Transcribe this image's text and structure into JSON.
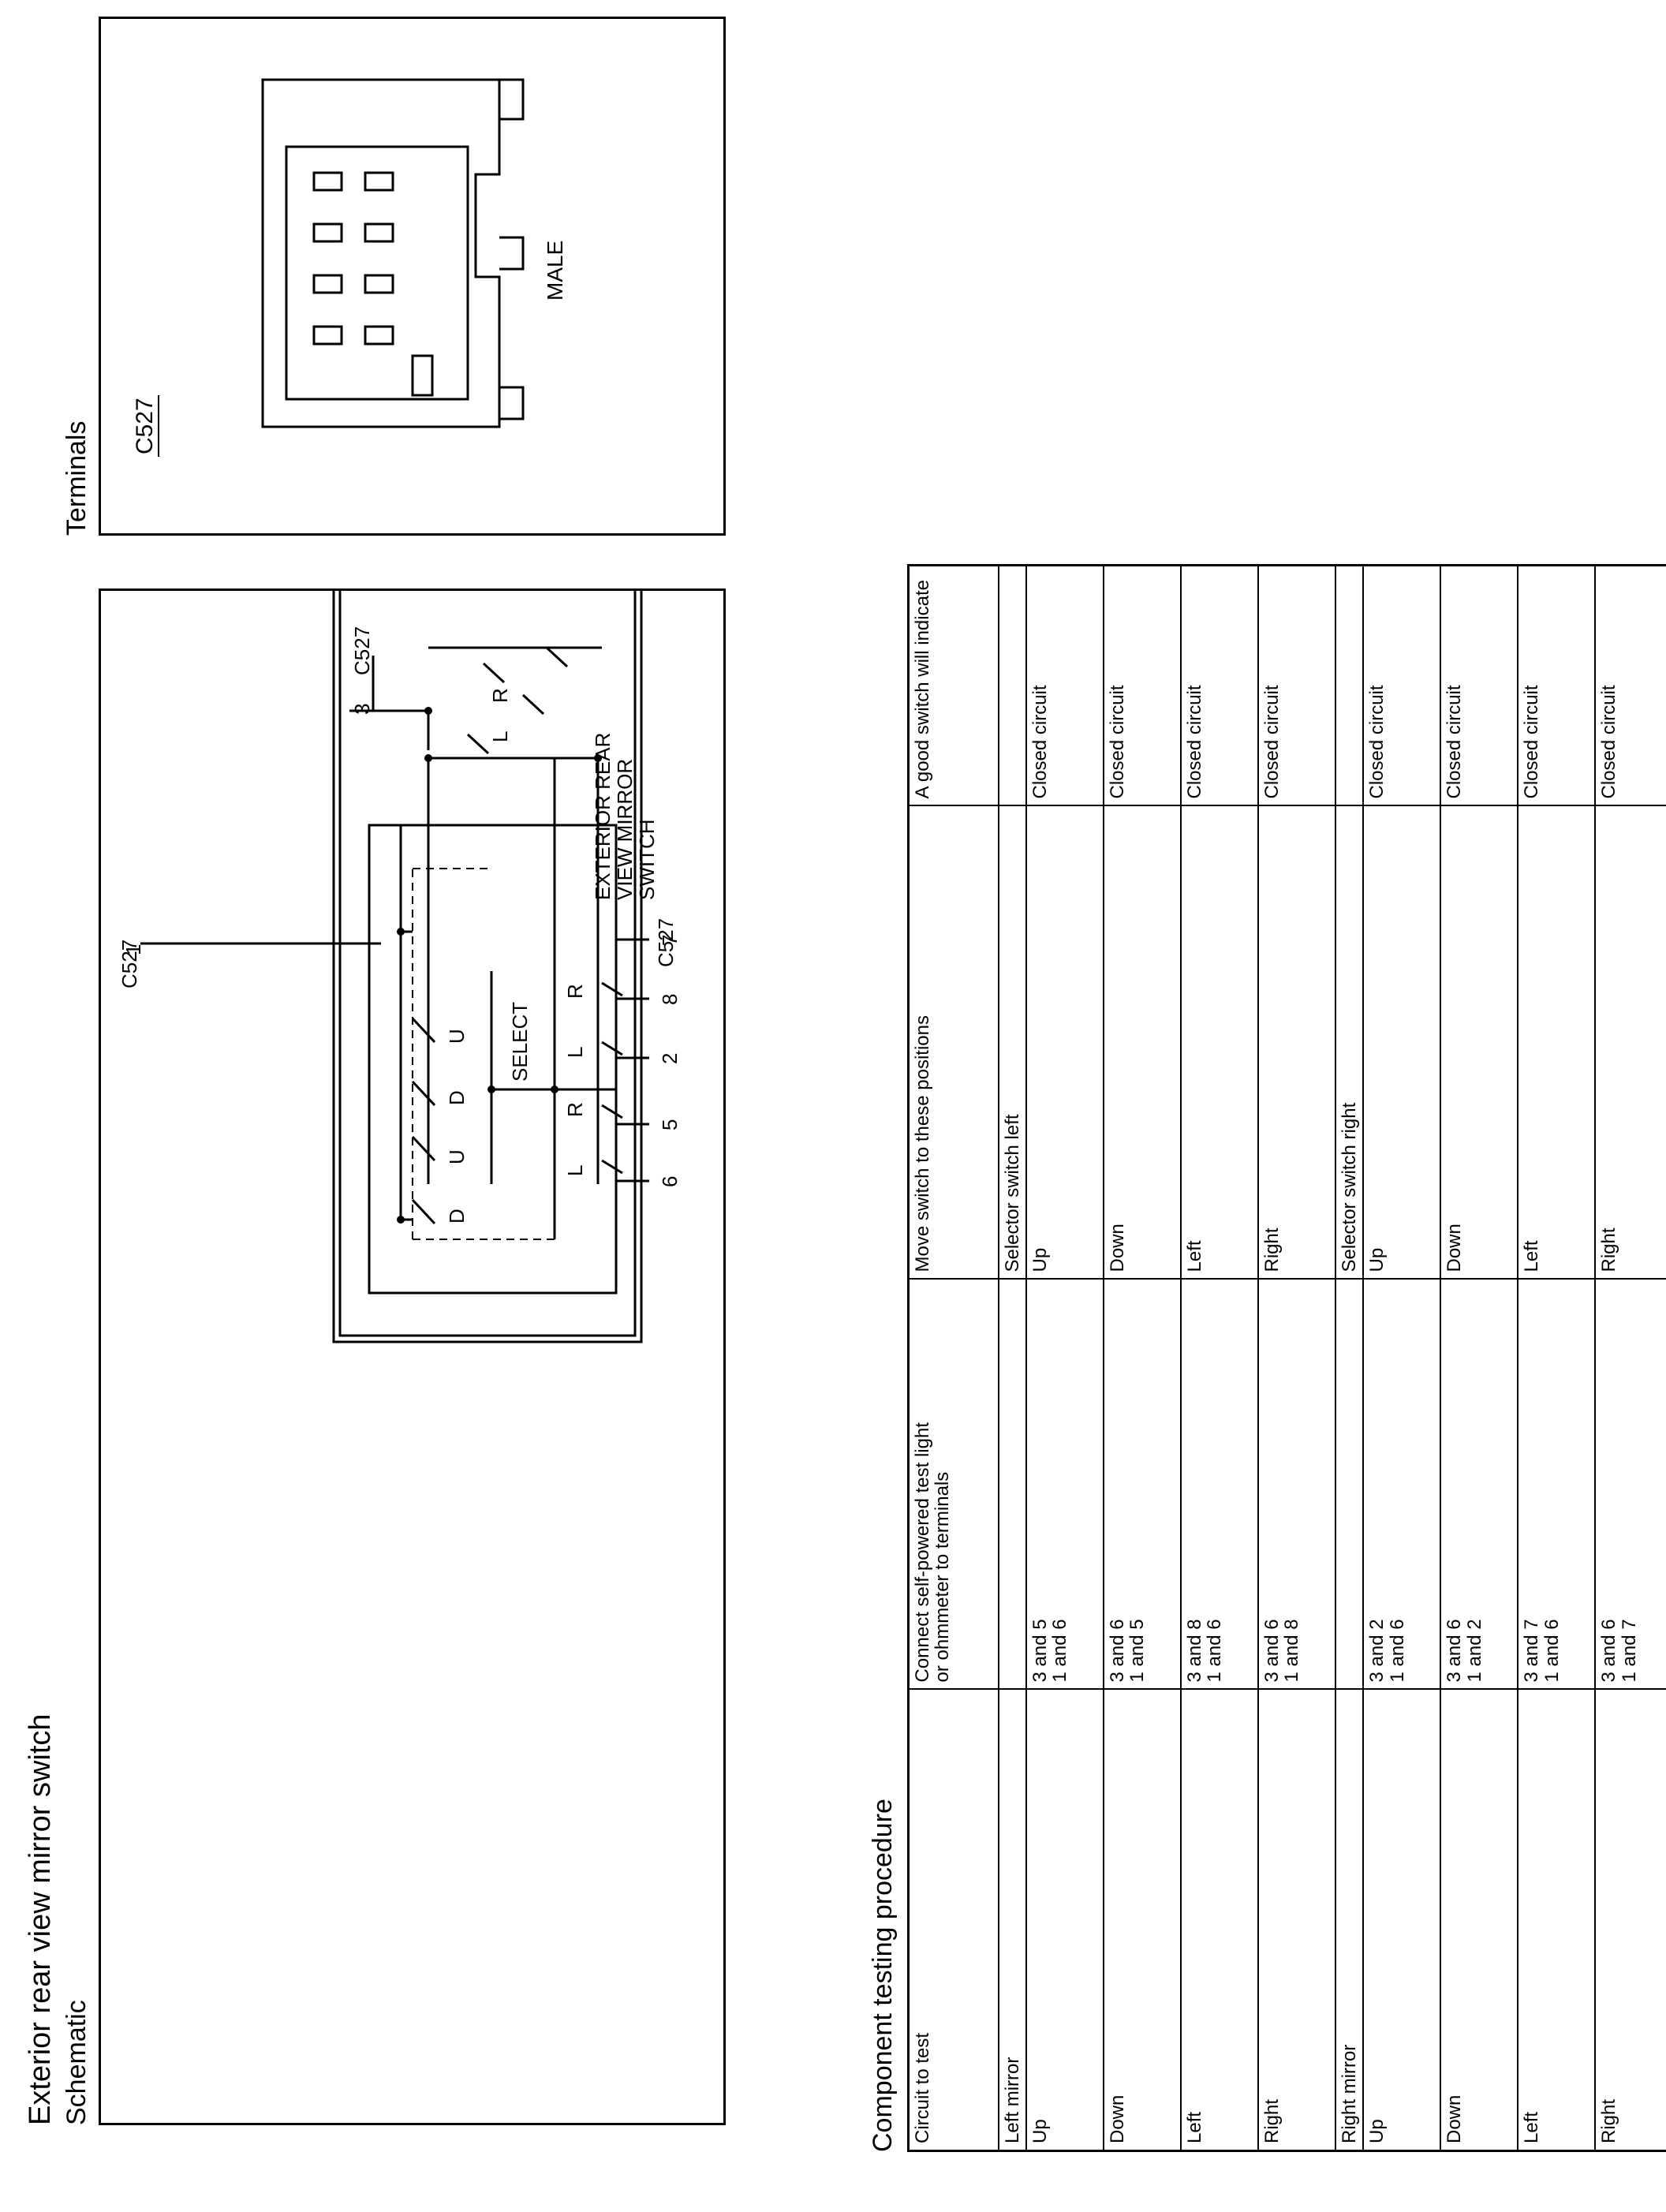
{
  "title": "Exterior rear view mirror switch",
  "schematic": {
    "heading": "Schematic",
    "labels": {
      "connector_top": "C527",
      "pin_top": "3",
      "connector_left": "C527",
      "pin_left": "1",
      "connector_bottom": "C527",
      "pins_bottom": [
        "6",
        "5",
        "2",
        "8",
        "7"
      ],
      "select": "SELECT",
      "switch_name": [
        "EXTERIOR REAR",
        "VIEW MIRROR",
        "SWITCH"
      ],
      "positions": {
        "d": "D",
        "u": "U",
        "l": "L",
        "r": "R"
      }
    }
  },
  "terminals": {
    "heading": "Terminals",
    "connector": "C527",
    "gender": "MALE"
  },
  "procedure": {
    "heading": "Component testing procedure",
    "columns": [
      "Circuit to test",
      [
        "Connect self-powered test light",
        "or ohmmeter to terminals"
      ],
      "Move switch to these positions",
      "A good switch will indicate"
    ],
    "groups": [
      {
        "label": "Left mirror",
        "selector": "Selector switch left",
        "rows": [
          {
            "circuit": "Up",
            "terminals": [
              "3 and 5",
              "1 and 6"
            ],
            "position": "Up",
            "result": "Closed circuit"
          },
          {
            "circuit": "Down",
            "terminals": [
              "3 and 6",
              "1 and 5"
            ],
            "position": "Down",
            "result": "Closed circuit"
          },
          {
            "circuit": "Left",
            "terminals": [
              "3 and 8",
              "1 and 6"
            ],
            "position": "Left",
            "result": "Closed circuit"
          },
          {
            "circuit": "Right",
            "terminals": [
              "3 and 6",
              "1 and 8"
            ],
            "position": "Right",
            "result": "Closed circuit"
          }
        ]
      },
      {
        "label": "Right mirror",
        "selector": "Selector switch right",
        "rows": [
          {
            "circuit": "Up",
            "terminals": [
              "3 and 2",
              "1 and 6"
            ],
            "position": "Up",
            "result": "Closed circuit"
          },
          {
            "circuit": "Down",
            "terminals": [
              "3 and 6",
              "1 and 2"
            ],
            "position": "Down",
            "result": "Closed circuit"
          },
          {
            "circuit": "Left",
            "terminals": [
              "3 and 7",
              "1 and 6"
            ],
            "position": "Left",
            "result": "Closed circuit"
          },
          {
            "circuit": "Right",
            "terminals": [
              "3 and 6",
              "1 and 7"
            ],
            "position": "Right",
            "result": "Closed circuit"
          }
        ]
      }
    ]
  }
}
